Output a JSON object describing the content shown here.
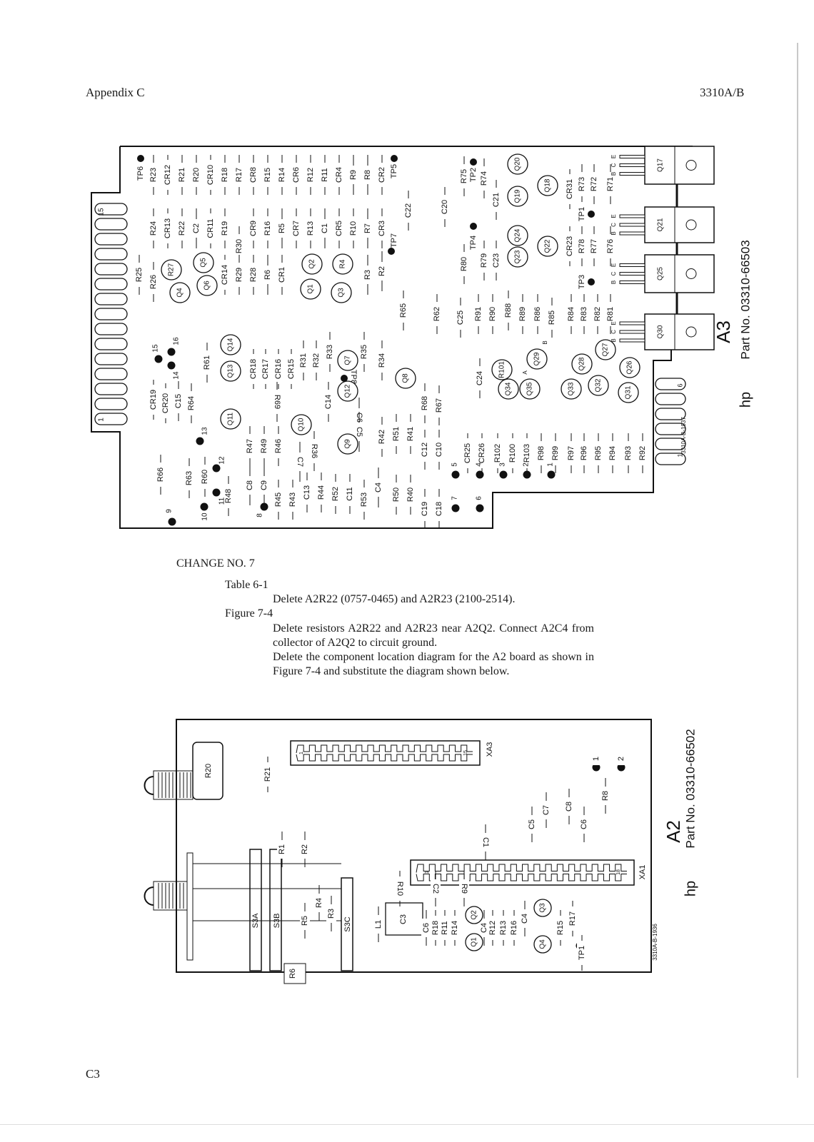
{
  "header": {
    "left": "Appendix C",
    "right": "3310A/B"
  },
  "footer": {
    "page": "C3"
  },
  "change": {
    "title": "CHANGE NO. 7",
    "table_ref": "Table 6-1",
    "table_text": "Delete A2R22 (0757-0465) and A2R23 (2100-2514).",
    "figure_ref": "Figure 7-4",
    "figure_text_1": "Delete resistors A2R22 and A2R23 near A2Q2. Connect A2C4 from collector of A2Q2 to circuit ground.",
    "figure_text_2": "Delete the component location diagram for the A2 board as shown in Figure 7-4 and substitute the diagram shown below."
  },
  "a3": {
    "title": "A3",
    "hp": "hp",
    "part": "Part No. 03310-66503",
    "drawing_no": "3310A-B-1937",
    "labels": [
      "TP6",
      "R23",
      "CR12",
      "R21",
      "R20",
      "CR10",
      "R18",
      "R17",
      "CR8",
      "R15",
      "R14",
      "CR6",
      "R12",
      "R11",
      "CR4",
      "R9",
      "R8",
      "CR2",
      "TP5",
      "R24",
      "CR13",
      "R22",
      "C2",
      "CR11",
      "R19",
      "CR9",
      "R16",
      "R5",
      "CR7",
      "R13",
      "C1",
      "CR5",
      "R10",
      "R7",
      "CR3",
      "TP7",
      "C22",
      "C20",
      "R30",
      "R25",
      "R26",
      "CR14",
      "R29",
      "R28",
      "R6",
      "CR1",
      "R3",
      "R2",
      "R75",
      "TP2",
      "R74",
      "C21",
      "R80",
      "TP4",
      "R79",
      "C23",
      "CR31",
      "R73",
      "R72",
      "R71",
      "TP1",
      "CR23",
      "R78",
      "R77",
      "R76",
      "TP3",
      "R65",
      "R62",
      "C25",
      "R91",
      "R90",
      "R88",
      "R89",
      "R86",
      "R85",
      "R84",
      "R83",
      "R82",
      "R81",
      "C24",
      "CR19",
      "CR20",
      "C15",
      "R64",
      "R61",
      "CR18",
      "CR17",
      "CR16",
      "CR15",
      "R31",
      "R32",
      "R33",
      "R35",
      "R34",
      "TP8",
      "R69",
      "C14",
      "C6",
      "C5",
      "R42",
      "R51",
      "R41",
      "R68",
      "R67",
      "R36",
      "C7",
      "C12",
      "C10",
      "R66",
      "R63",
      "R60",
      "R47",
      "R49",
      "R46",
      "R48",
      "C8",
      "C9",
      "R45",
      "R43",
      "C13",
      "R44",
      "R52",
      "C11",
      "R53",
      "C4",
      "R50",
      "R40",
      "C19",
      "C18",
      "CR25",
      "CR26",
      "R102",
      "R100",
      "R103",
      "R98",
      "R99",
      "R97",
      "R96",
      "R95",
      "R94",
      "R93",
      "R92"
    ],
    "circles": [
      "Q4",
      "R27",
      "Q6",
      "Q5",
      "Q1",
      "Q2",
      "Q3",
      "R4",
      "Q14",
      "Q13",
      "Q11",
      "Q10",
      "Q7",
      "Q12",
      "Q9",
      "Q8",
      "Q20",
      "Q19",
      "Q18",
      "Q24",
      "Q23",
      "Q22",
      "R101",
      "Q29",
      "Q28",
      "Q27",
      "Q26",
      "Q34",
      "Q35",
      "Q33",
      "Q32",
      "Q31"
    ],
    "q29_pins": [
      "A",
      "B"
    ],
    "pads": [
      "15",
      "16",
      "14",
      "13",
      "12",
      "11",
      "10",
      "9",
      "8",
      "7",
      "6",
      "5",
      "4",
      "3",
      "2",
      "1"
    ],
    "power_transistors": [
      "Q17",
      "Q21",
      "Q25",
      "Q30"
    ],
    "pin_letters": [
      "E",
      "C",
      "B"
    ],
    "edge_pins": [
      "15",
      "1"
    ],
    "side_pins": [
      "6",
      "1"
    ]
  },
  "a2": {
    "title": "A2",
    "hp": "hp",
    "part": "Part No. 03310-66502",
    "drawing_no": "3310A-B-1936",
    "connectors": [
      "XA3",
      "XA1"
    ],
    "connector_pins": [
      "1",
      "15",
      "1",
      "18"
    ],
    "labels": [
      "R21",
      "R20",
      "R1",
      "R2",
      "R4",
      "R3",
      "R5",
      "S3A",
      "S3B",
      "S3C",
      "R6",
      "L1",
      "C3",
      "C6",
      "R18",
      "R11",
      "R14",
      "C4",
      "R12",
      "R13",
      "R16",
      "C4",
      "R15",
      "R17",
      "TP1",
      "R10",
      "C2",
      "R9",
      "C1",
      "C5",
      "C7",
      "C8",
      "C6",
      "R8",
      "1",
      "2"
    ],
    "circles": [
      "Q1",
      "Q2",
      "Q3",
      "Q4"
    ]
  }
}
